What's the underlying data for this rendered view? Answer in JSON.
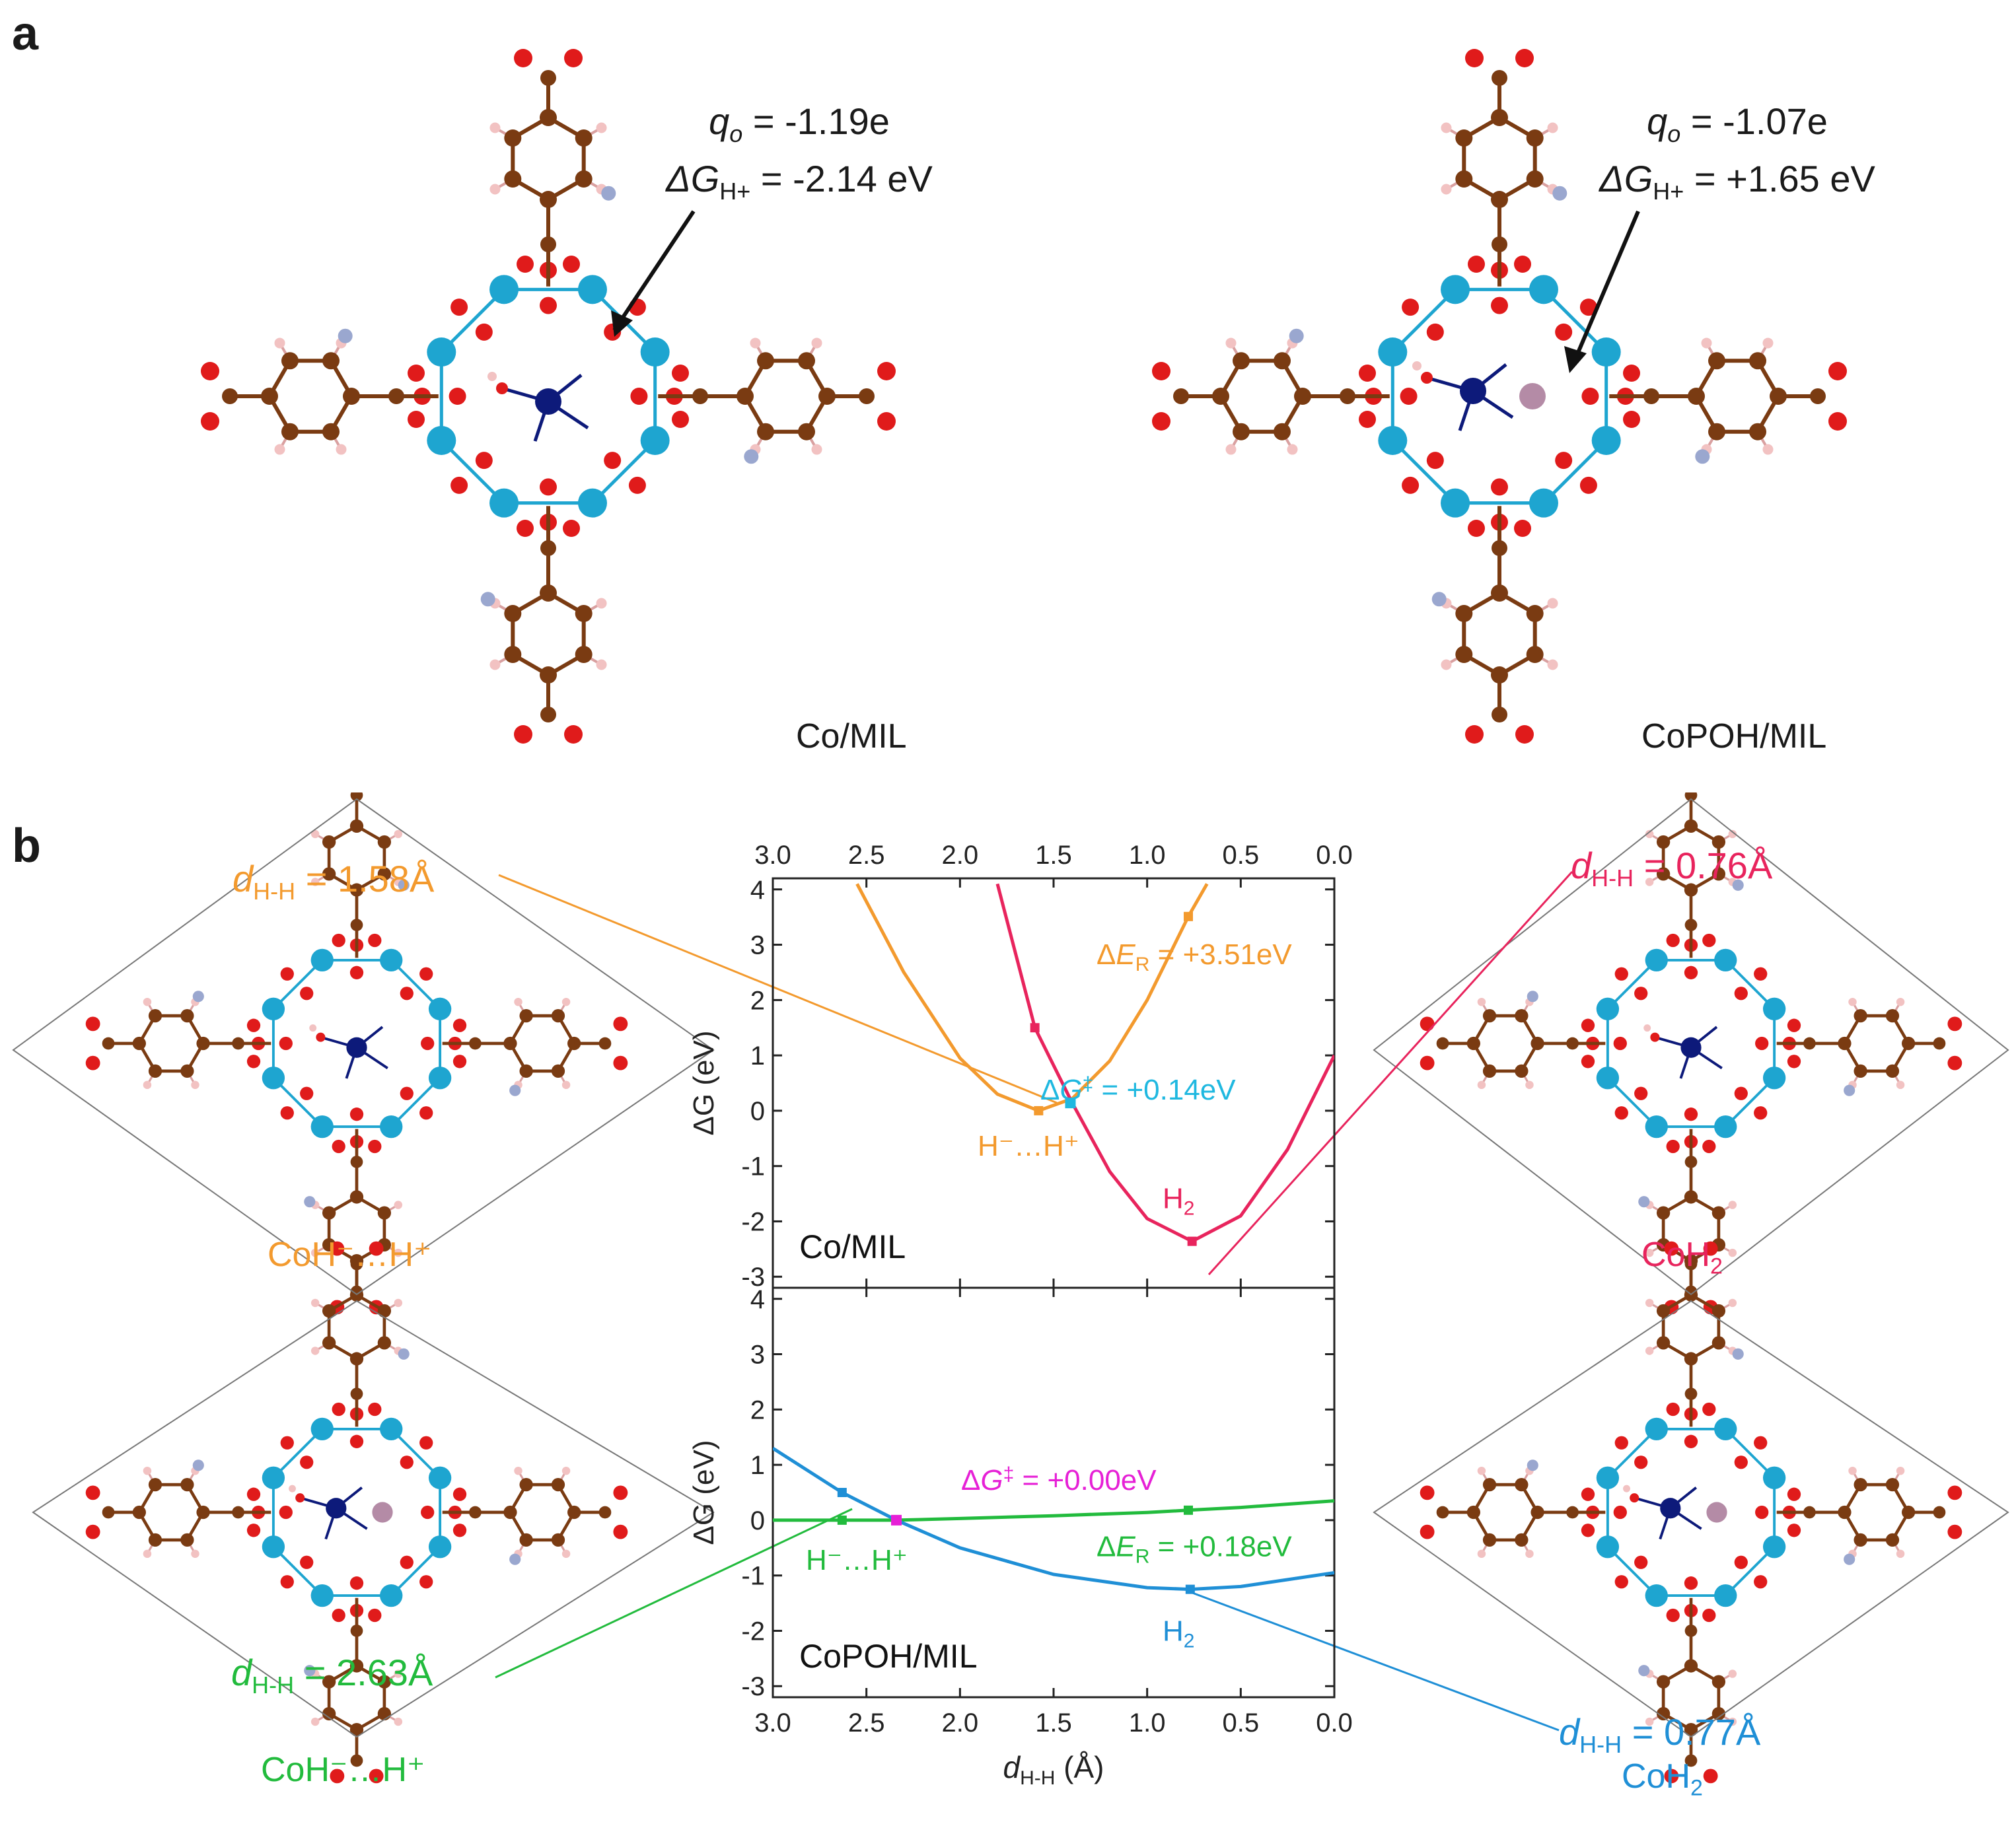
{
  "panel_a": {
    "letter": "a",
    "left": {
      "q_label": "q",
      "q_sub": "o",
      "q_value": " = -1.19e",
      "dg_label": "ΔG",
      "dg_sub": "H+",
      "dg_value": " = -2.14 eV",
      "structure_label": "Co/MIL"
    },
    "right": {
      "q_label": "q",
      "q_sub": "o",
      "q_value": " = -1.07e",
      "dg_label": "ΔG",
      "dg_sub": "H+",
      "dg_value": " = +1.65 eV",
      "structure_label": "CoPOH/MIL"
    }
  },
  "panel_b": {
    "letter": "b",
    "distances": {
      "co_ion_pair": {
        "d": "d",
        "sub": "H-H",
        "value": " = 1.58Å",
        "color": "#f39a2e"
      },
      "co_h2": {
        "d": "d",
        "sub": "H-H",
        "value": " = 0.76Å",
        "color": "#e8245d"
      },
      "copoh_ion_pair": {
        "d": "d",
        "sub": "H-H",
        "value": " = 2.63Å",
        "color": "#22bb3d"
      },
      "copoh_h2": {
        "d": "d",
        "sub": "H-H",
        "value": " = 0.77Å",
        "color": "#1f8fd6"
      }
    },
    "structure_labels": {
      "co_ion_pair": {
        "text": "CoH⁻…H⁺",
        "color": "#f39a2e"
      },
      "co_h2": {
        "text": "CoH",
        "sub": "2",
        "color": "#e8245d"
      },
      "copoh_ion_pair": {
        "text": "CoH⁻…H⁺",
        "color": "#22bb3d"
      },
      "copoh_h2": {
        "text": "CoH",
        "sub": "2",
        "color": "#1f8fd6"
      }
    },
    "colors": {
      "cobalt_site": "#0d1a7a",
      "metal_node": "#1ea5d0",
      "oxygen": "#e01b1b",
      "carbon": "#7a3b12",
      "hydrogen": "#f2c2c2",
      "nitrogen": "#9aa7cf",
      "phosphorus": "#b48ba6"
    }
  },
  "chart_data": [
    {
      "type": "line",
      "label": "Co/MIL",
      "xlabel": "d",
      "xlabel_sub": "H-H",
      "xlabel_unit": " (Å)",
      "ylabel": "ΔG (eV)",
      "xlim": [
        3.0,
        0.0
      ],
      "ylim": [
        -3.2,
        4.2
      ],
      "x_ticks": [
        "3.0",
        "2.5",
        "2.0",
        "1.5",
        "1.0",
        "0.5",
        "0.0"
      ],
      "y_ticks": [
        "4",
        "3",
        "2",
        "1",
        "0",
        "-1",
        "-2",
        "-3"
      ],
      "series": [
        {
          "id": "ion_pair",
          "color": "#f39a2e",
          "x": [
            2.55,
            2.3,
            2.0,
            1.8,
            1.58,
            1.4,
            1.2,
            1.0,
            0.78,
            0.68
          ],
          "y": [
            4.1,
            2.5,
            0.95,
            0.3,
            0.0,
            0.22,
            0.9,
            2.0,
            3.51,
            4.1
          ],
          "markers": [
            [
              1.58,
              0.0
            ],
            [
              0.78,
              3.51
            ]
          ],
          "point_label": "H⁻…H⁺"
        },
        {
          "id": "h2",
          "color": "#e8245d",
          "x": [
            1.8,
            1.6,
            1.4,
            1.2,
            1.0,
            0.76,
            0.5,
            0.25,
            0.0
          ],
          "y": [
            4.1,
            1.5,
            0.14,
            -1.1,
            -1.95,
            -2.36,
            -1.9,
            -0.7,
            1.0
          ],
          "markers": [
            [
              1.6,
              1.5
            ],
            [
              0.76,
              -2.36
            ]
          ],
          "point_label": "H",
          "point_label_sub": "2"
        }
      ],
      "transition_state": {
        "x": 1.41,
        "y": 0.14,
        "color": "#1fb8e0"
      },
      "annotations": {
        "reaction_energy": {
          "delta": "Δ",
          "E": "E",
          "sub": "R",
          "value": " = +3.51eV",
          "color": "#f39a2e"
        },
        "barrier": {
          "delta": "Δ",
          "G": "G",
          "sup": "‡",
          "value": " = +0.14eV",
          "color": "#1fb8e0"
        }
      }
    },
    {
      "type": "line",
      "label": "CoPOH/MIL",
      "xlabel": "d",
      "xlabel_sub": "H-H",
      "xlabel_unit": " (Å)",
      "ylabel": "ΔG (eV)",
      "xlim": [
        3.0,
        0.0
      ],
      "ylim": [
        -3.2,
        4.2
      ],
      "x_ticks": [
        "3.0",
        "2.5",
        "2.0",
        "1.5",
        "1.0",
        "0.5",
        "0.0"
      ],
      "y_ticks": [
        "4",
        "3",
        "2",
        "1",
        "0",
        "-1",
        "-2",
        "-3"
      ],
      "series": [
        {
          "id": "ion_pair",
          "color": "#22bb3d",
          "x": [
            3.0,
            2.63,
            2.34,
            2.0,
            1.5,
            1.0,
            0.78,
            0.5,
            0.0
          ],
          "y": [
            0.0,
            0.0,
            0.0,
            0.03,
            0.08,
            0.14,
            0.18,
            0.23,
            0.35
          ],
          "markers": [
            [
              2.63,
              0.0
            ],
            [
              0.78,
              0.18
            ]
          ],
          "point_label": "H⁻…H⁺"
        },
        {
          "id": "h2",
          "color": "#1f8fd6",
          "x": [
            3.0,
            2.63,
            2.34,
            2.0,
            1.5,
            1.0,
            0.77,
            0.5,
            0.0
          ],
          "y": [
            1.3,
            0.5,
            0.0,
            -0.5,
            -0.98,
            -1.22,
            -1.25,
            -1.2,
            -0.95
          ],
          "markers": [
            [
              2.63,
              0.5
            ],
            [
              0.77,
              -1.25
            ]
          ],
          "point_label": "H",
          "point_label_sub": "2"
        }
      ],
      "transition_state": {
        "x": 2.34,
        "y": 0.0,
        "color": "#e620d6"
      },
      "annotations": {
        "reaction_energy": {
          "delta": "Δ",
          "E": "E",
          "sub": "R",
          "value": " = +0.18eV",
          "color": "#22bb3d"
        },
        "barrier": {
          "delta": "Δ",
          "G": "G",
          "sup": "‡",
          "value": " = +0.00eV",
          "color": "#e620d6"
        }
      }
    }
  ]
}
